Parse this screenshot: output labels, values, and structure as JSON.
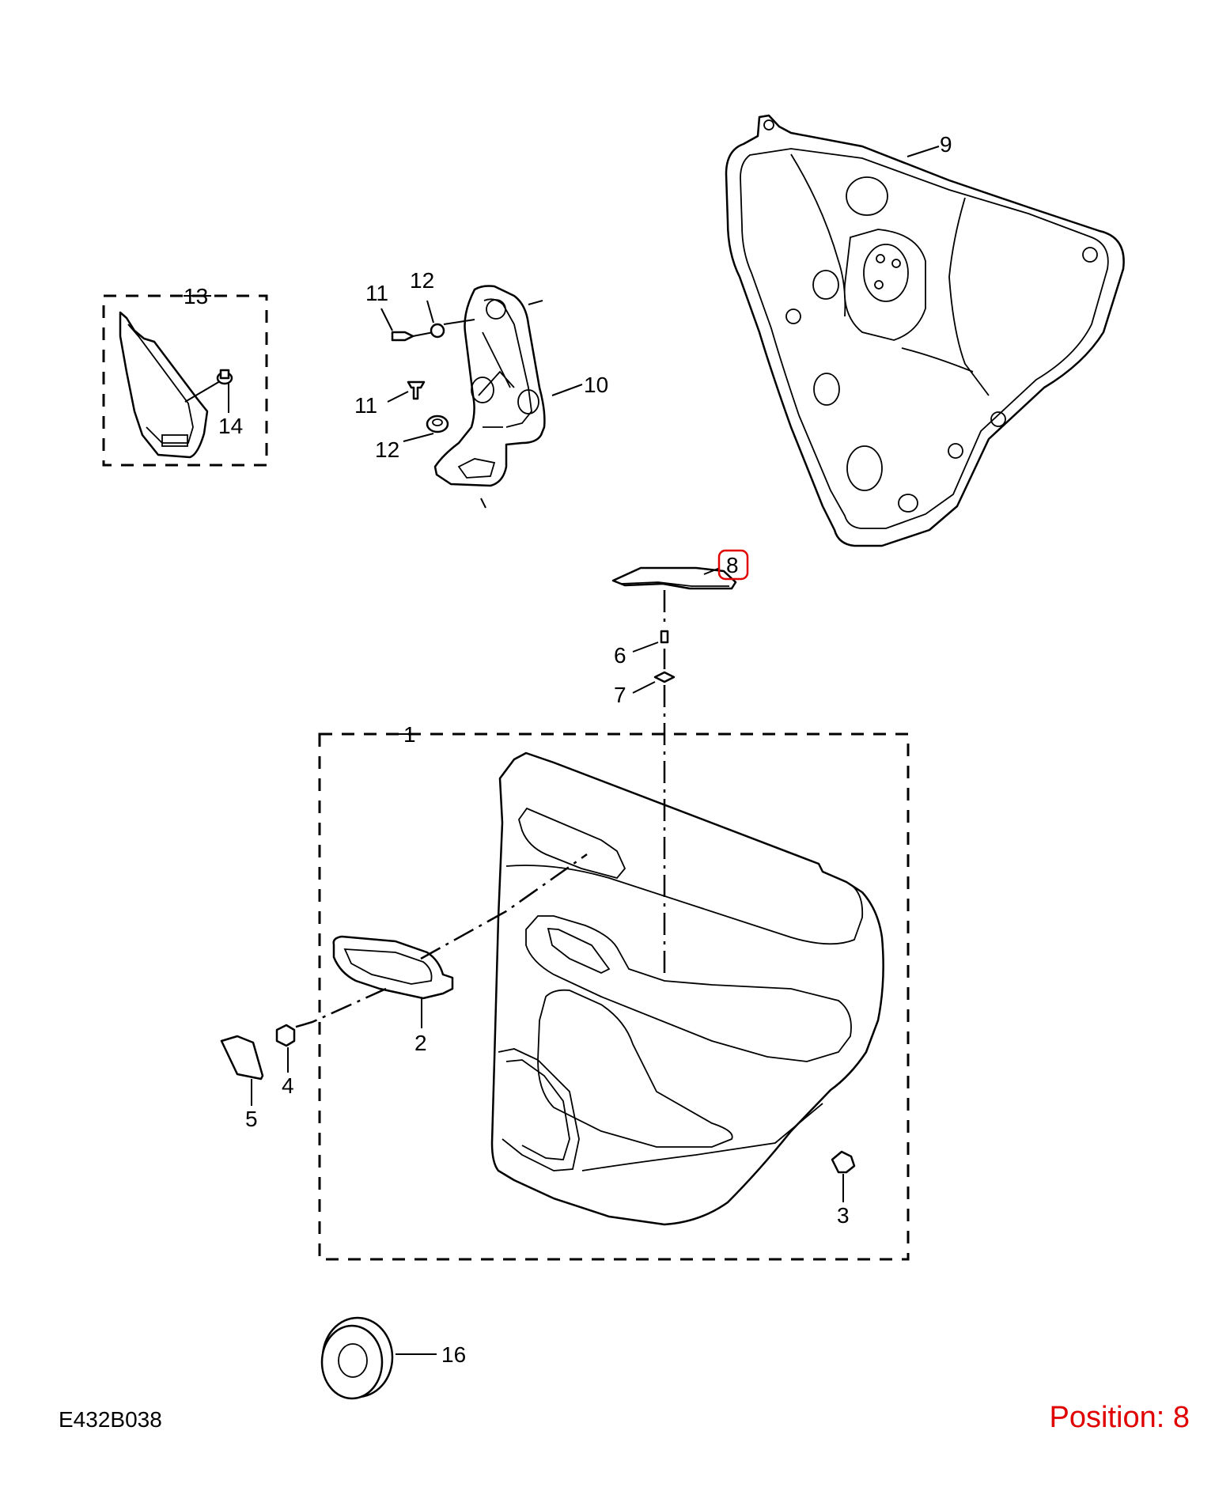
{
  "diagram": {
    "callouts": {
      "c1": "1",
      "c2": "2",
      "c3": "3",
      "c4": "4",
      "c5": "5",
      "c6": "6",
      "c7": "7",
      "c8": "8",
      "c9": "9",
      "c10": "10",
      "c11a": "11",
      "c11b": "11",
      "c12a": "12",
      "c12b": "12",
      "c13": "13",
      "c14": "14",
      "c16": "16"
    },
    "drawing_code": "E432B038",
    "position_label": "Position: 8",
    "highlight_color": "#e00000"
  }
}
